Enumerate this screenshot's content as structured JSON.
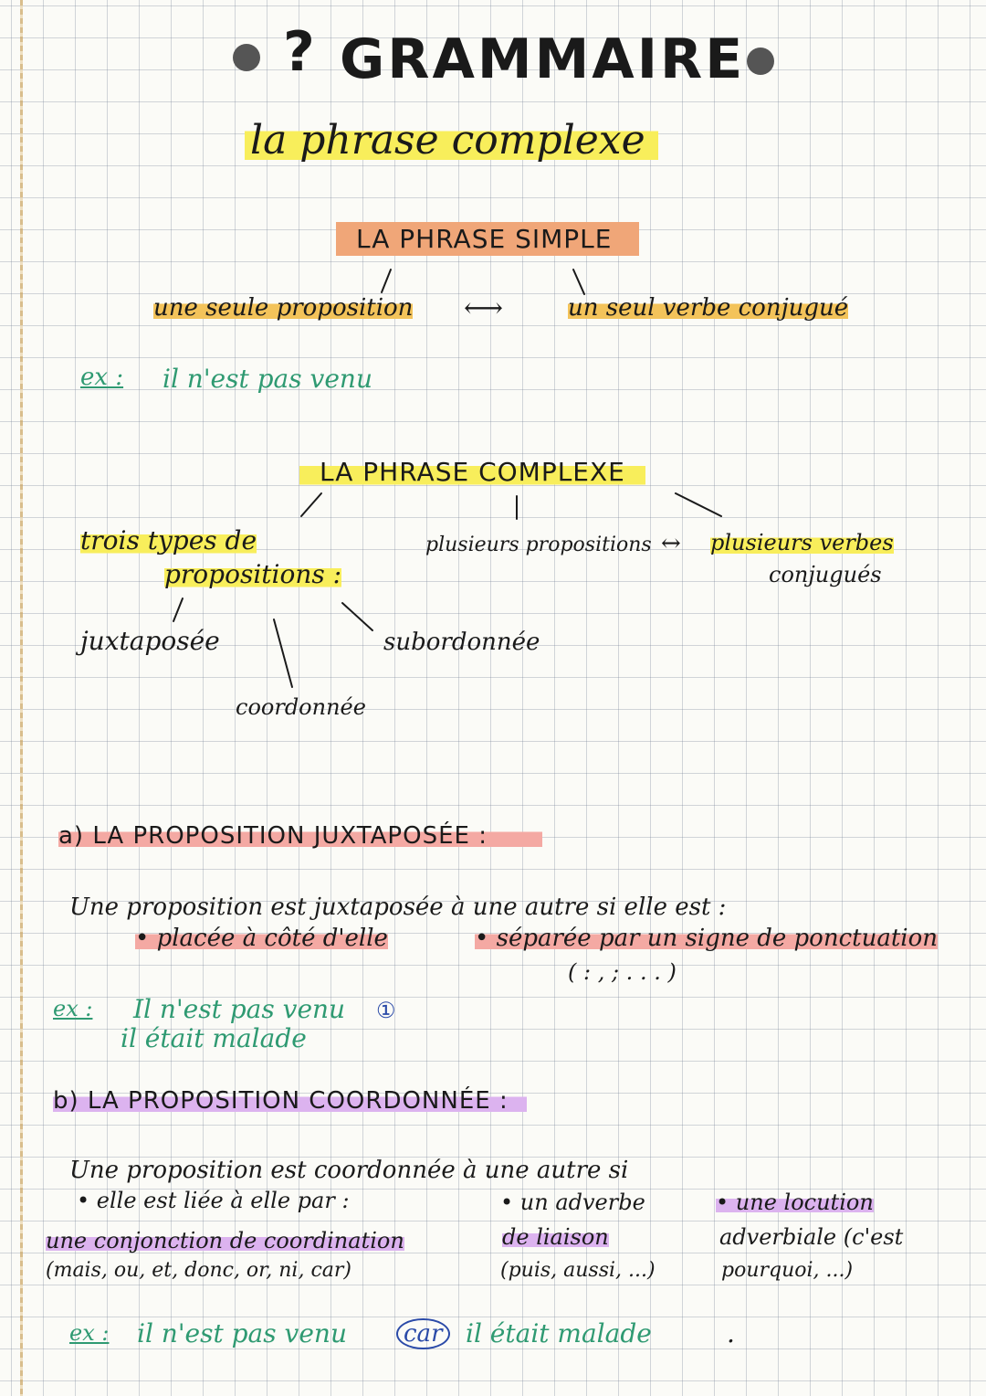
{
  "title": {
    "icon": "?",
    "text": "GRAMMAIRE",
    "subtitle": "la phrase complexe"
  },
  "simple": {
    "heading": "LA PHRASE SIMPLE",
    "left": "une seule proposition",
    "arrow": "⟷",
    "right": "un seul verbe conjugué",
    "example_label": "ex :",
    "example_text": "il n'est pas venu"
  },
  "complexe": {
    "heading": "LA PHRASE COMPLEXE",
    "types_line1": "trois types de",
    "types_line2": "propositions :",
    "middle": "plusieurs propositions",
    "arrow": "↔",
    "right_line1": "plusieurs verbes",
    "right_line2": "conjugués",
    "type_juxtaposee": "juxtaposée",
    "type_coordonnee": "coordonnée",
    "type_subordonnee": "subordonnée"
  },
  "section_a": {
    "heading": "a) LA PROPOSITION JUXTAPOSÉE :",
    "definition": "Une proposition est juxtaposée à une autre si elle est :",
    "bullet1": "• placée à côté d'elle",
    "bullet2": "• séparée par un signe de ponctuation",
    "bullet2_detail": "( : , ; . . . )",
    "example_label": "ex :",
    "example_line1": "Il n'est pas venu",
    "example_marker": "①",
    "example_line2": "il était malade"
  },
  "section_b": {
    "heading": "b) LA PROPOSITION COORDONNÉE :",
    "definition": "Une proposition est coordonnée à une autre si",
    "bullet1": "• elle est liée à elle par :",
    "col1_line1": "une conjonction de coordination",
    "col1_line2": "(mais, ou, et, donc, or, ni, car)",
    "col2_line1": "• un adverbe",
    "col2_line2": "de liaison",
    "col2_line3": "(puis, aussi, ...)",
    "col3_line1": "• une locution",
    "col3_line2": "adverbiale (c'est",
    "col3_line3": "pourquoi, ...)",
    "example_label": "ex :",
    "example_pre": "il n'est pas venu",
    "example_conj": "car",
    "example_post": "il était malade",
    "example_end": "."
  }
}
